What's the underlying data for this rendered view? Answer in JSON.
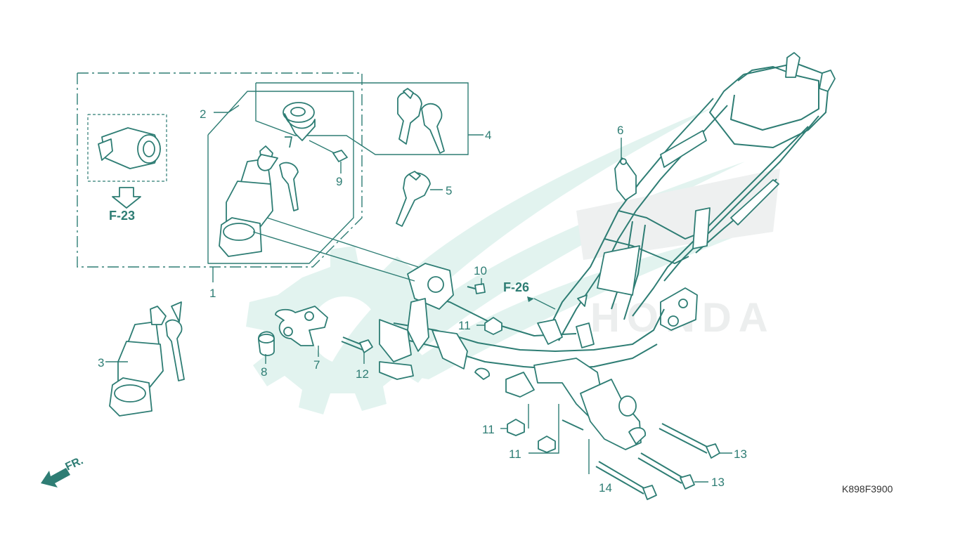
{
  "diagram": {
    "callouts": {
      "c1": "1",
      "c2": "2",
      "c3": "3",
      "c4": "4",
      "c5": "5",
      "c6": "6",
      "c7": "7",
      "c8": "8",
      "c9": "9",
      "c10": "10",
      "c11a": "11",
      "c11b": "11",
      "c11c": "11",
      "c12": "12",
      "c13a": "13",
      "c13b": "13",
      "c14": "14"
    },
    "refs": {
      "f23": "F-23",
      "f26": "F-26"
    },
    "direction_label": "FR.",
    "watermark_text": "HONDA",
    "part_code": "K898F3900",
    "colors": {
      "ink": "#2e7d74",
      "watermark": "#e2f3ef"
    }
  }
}
